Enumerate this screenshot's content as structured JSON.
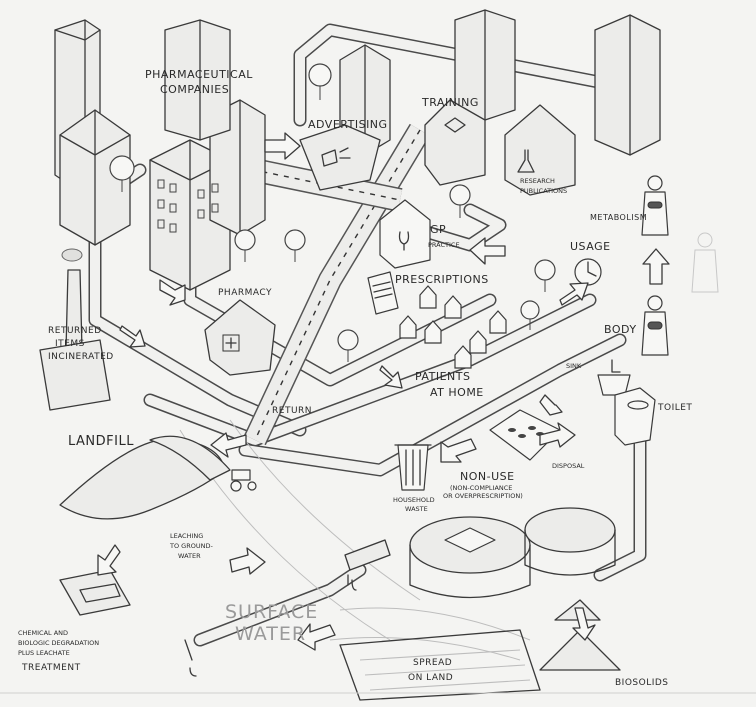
{
  "labels": {
    "pharma_companies_1": "PHARMACEUTICAL",
    "pharma_companies_2": "COMPANIES",
    "advertising": "ADVERTISING",
    "training": "TRAINING",
    "research_1": "RESEARCH",
    "research_2": "PUBLICATIONS",
    "gp_1": "GP",
    "gp_2": "PRACTICE",
    "metabolism": "METABOLISM",
    "usage": "USAGE",
    "prescriptions": "PRESCRIPTIONS",
    "pharmacy": "PHARMACY",
    "body": "BODY",
    "returned_1": "RETURNED",
    "returned_2": "ITEMS",
    "returned_3": "INCINERATED",
    "sink": "SINK",
    "patients_1": "PATIENTS",
    "patients_2": "AT HOME",
    "toilet": "TOILET",
    "return": "RETURN",
    "landfill": "LANDFILL",
    "non_use": "NON-USE",
    "non_use_note_1": "(NON-COMPLIANCE",
    "non_use_note_2": "OR OVERPRESCRIPTION)",
    "disposal": "DISPOSAL",
    "household_1": "HOUSEHOLD",
    "household_2": "WASTE",
    "leaching_1": "LEACHING",
    "leaching_2": "TO GROUND-",
    "leaching_3": "WATER",
    "surface_1": "SURFACE",
    "surface_2": "WATER",
    "chemical_1": "CHEMICAL AND",
    "chemical_2": "BIOLOGIC DEGRADATION",
    "chemical_3": "PLUS LEACHATE",
    "chemical_4": "TREATMENT",
    "spread_1": "SPREAD",
    "spread_2": "ON LAND",
    "biosolids": "BIOSOLIDS"
  },
  "icons": [
    "factory-icon",
    "megaphone-icon",
    "graduation-cap-icon",
    "flask-icon",
    "stethoscope-icon",
    "pill-icon",
    "medical-cross-icon",
    "prescription-icon",
    "house-icon",
    "tree-icon",
    "bin-icon",
    "tractor-icon",
    "person-icon",
    "sink-icon",
    "toilet-icon",
    "clock-icon"
  ],
  "colors": {
    "ink": "#3a3a3a",
    "paper": "#f4f4f2",
    "faint": "#9a9a9a"
  }
}
